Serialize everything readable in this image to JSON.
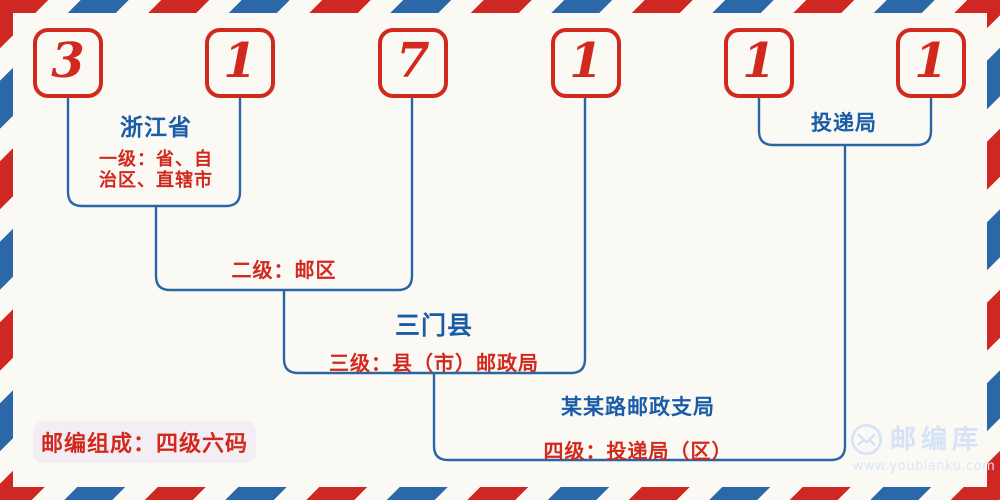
{
  "diagram": {
    "postal_code": {
      "digits": [
        "3",
        "1",
        "7",
        "1",
        "1",
        "1"
      ]
    },
    "levels": [
      {
        "title": "浙江省",
        "desc": [
          "一级：省、自",
          "治区、直辖市"
        ]
      },
      {
        "title": "",
        "desc": [
          "二级：邮区"
        ]
      },
      {
        "title": "三门县",
        "desc": [
          "三级：县（市）邮政局"
        ]
      },
      {
        "title": "某某路邮政支局",
        "desc": [
          "四级：投递局（区）"
        ]
      },
      {
        "title": "投递局",
        "desc": []
      }
    ],
    "badge": "邮编组成：四级六码",
    "watermark": {
      "brand": "邮编库",
      "url": "www.youbianku.com",
      "icon": "envelope-icon"
    },
    "colors": {
      "digit_red": "#D2291E",
      "label_blue": "#1A5CA8",
      "line_blue": "#2B66A4",
      "stripe_red": "#CF2721",
      "stripe_blue": "#2C67A8",
      "background": "#FAF9F4",
      "badge_background": "#F3EEF3",
      "watermark_blue": "#D6E2F5"
    }
  }
}
